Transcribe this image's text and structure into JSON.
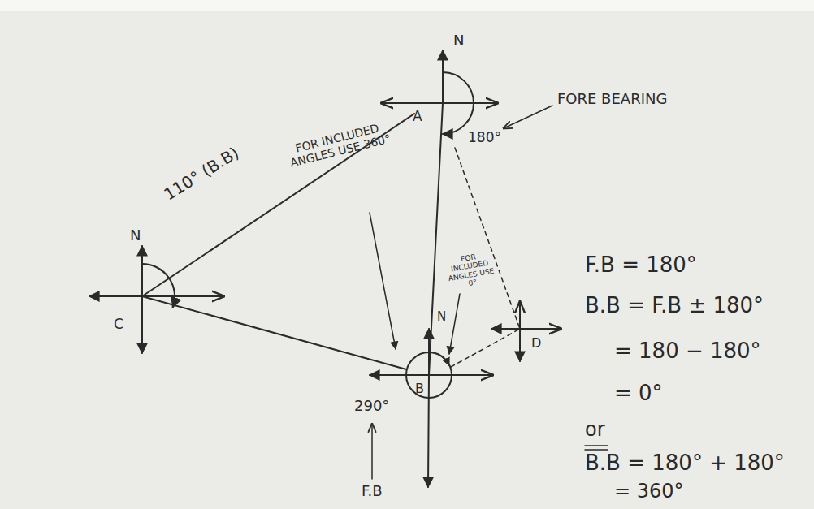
{
  "diagram": {
    "labels": [
      "N",
      "A",
      "180°",
      "FORE BEARING",
      "N",
      "110° (B.B)",
      "C",
      "FOR INCLUDED ANGLES USE 360°",
      "FOR INCLUDED ANGLES USE 0°",
      "N",
      "B",
      "290°",
      "F.B",
      "D",
      "F.B = 180°",
      "B.B = F.B ± 180°",
      "= 180 − 180°",
      "= 0°",
      "or",
      "B.B = 180° + 180°",
      "= 360°"
    ]
  }
}
